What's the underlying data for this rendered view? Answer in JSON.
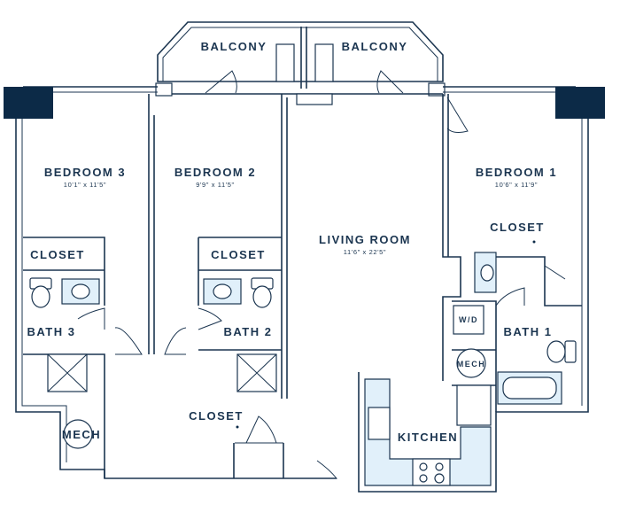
{
  "rooms": {
    "balcony_left": {
      "name": "BALCONY"
    },
    "balcony_right": {
      "name": "BALCONY"
    },
    "bedroom3": {
      "name": "BEDROOM 3",
      "dims": "10'1\" x 11'5\""
    },
    "bedroom2": {
      "name": "BEDROOM 2",
      "dims": "9'9\" x 11'5\""
    },
    "bedroom1": {
      "name": "BEDROOM 1",
      "dims": "10'6\" x 11'9\""
    },
    "living_room": {
      "name": "LIVING ROOM",
      "dims": "11'6\" x 22'5\""
    },
    "closet_bed3": {
      "name": "CLOSET"
    },
    "closet_bed2": {
      "name": "CLOSET"
    },
    "closet_bed1": {
      "name": "CLOSET"
    },
    "closet_hall": {
      "name": "CLOSET"
    },
    "bath3": {
      "name": "BATH 3"
    },
    "bath2": {
      "name": "BATH 2"
    },
    "bath1": {
      "name": "BATH 1"
    },
    "mech_left": {
      "name": "MECH"
    },
    "mech_right": {
      "name": "MECH"
    },
    "washer_dryer": {
      "name": "W/D"
    },
    "kitchen": {
      "name": "KITCHEN"
    }
  },
  "colors": {
    "wall": "#1b3550",
    "fixture": "#e1f0fa",
    "column": "#0c2a47"
  }
}
